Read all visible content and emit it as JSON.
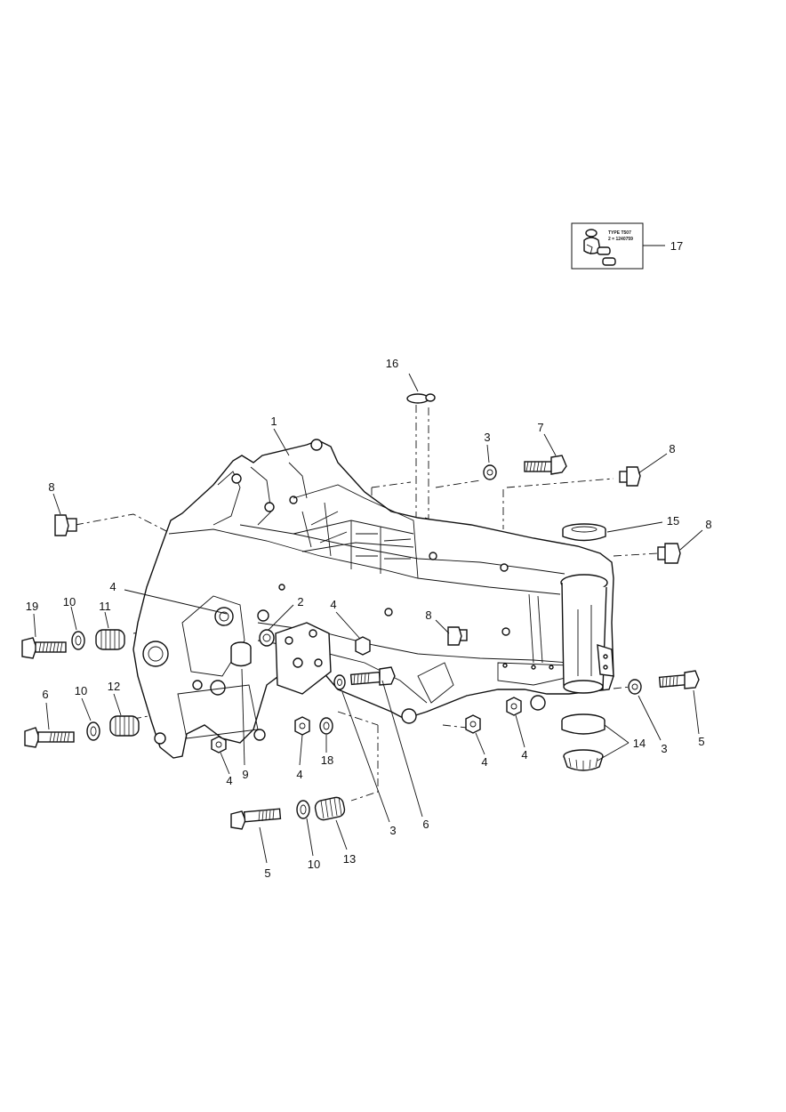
{
  "inset": {
    "line1": "TYPE T507",
    "line2": "2 = 1240759"
  },
  "callouts": [
    {
      "id": "c1",
      "text": "1"
    },
    {
      "id": "c2",
      "text": "2"
    },
    {
      "id": "c3a",
      "text": "3"
    },
    {
      "id": "c3b",
      "text": "3"
    },
    {
      "id": "c3c",
      "text": "3"
    },
    {
      "id": "c4a",
      "text": "4"
    },
    {
      "id": "c4b",
      "text": "4"
    },
    {
      "id": "c4c",
      "text": "4"
    },
    {
      "id": "c4d",
      "text": "4"
    },
    {
      "id": "c4e",
      "text": "4"
    },
    {
      "id": "c4f",
      "text": "4"
    },
    {
      "id": "c5a",
      "text": "5"
    },
    {
      "id": "c5b",
      "text": "5"
    },
    {
      "id": "c6a",
      "text": "6"
    },
    {
      "id": "c6b",
      "text": "6"
    },
    {
      "id": "c7",
      "text": "7"
    },
    {
      "id": "c8a",
      "text": "8"
    },
    {
      "id": "c8b",
      "text": "8"
    },
    {
      "id": "c8c",
      "text": "8"
    },
    {
      "id": "c8d",
      "text": "8"
    },
    {
      "id": "c9",
      "text": "9"
    },
    {
      "id": "c10a",
      "text": "10"
    },
    {
      "id": "c10b",
      "text": "10"
    },
    {
      "id": "c10c",
      "text": "10"
    },
    {
      "id": "c11",
      "text": "11"
    },
    {
      "id": "c12",
      "text": "12"
    },
    {
      "id": "c13",
      "text": "13"
    },
    {
      "id": "c14",
      "text": "14"
    },
    {
      "id": "c15",
      "text": "15"
    },
    {
      "id": "c16",
      "text": "16"
    },
    {
      "id": "c17",
      "text": "17"
    },
    {
      "id": "c18",
      "text": "18"
    },
    {
      "id": "c19",
      "text": "19"
    }
  ]
}
